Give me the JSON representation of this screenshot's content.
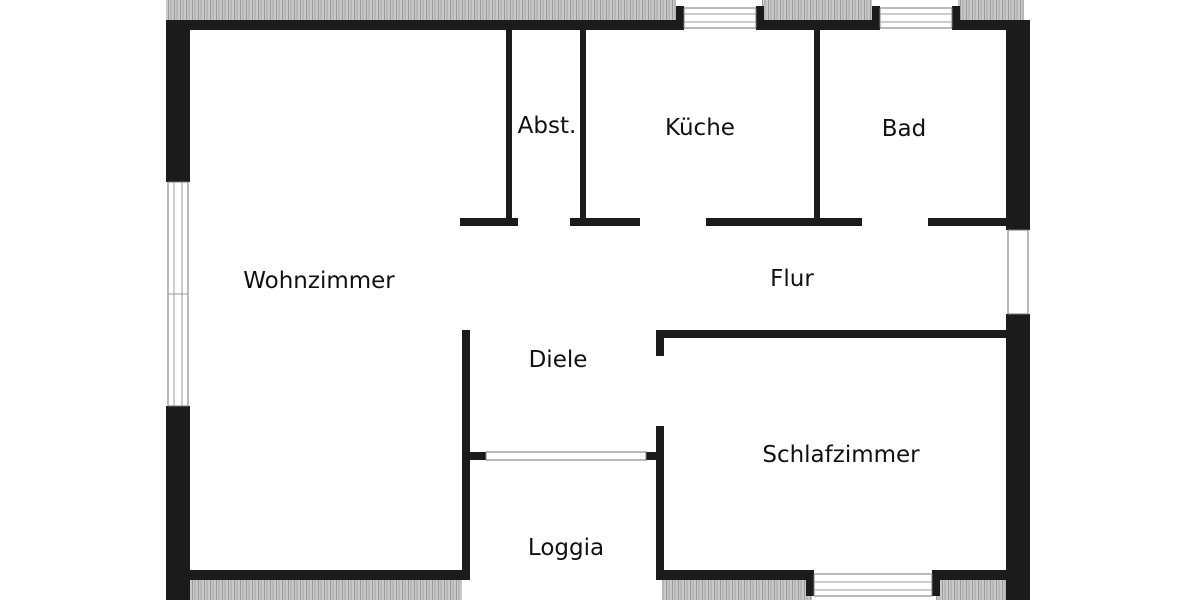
{
  "rooms": {
    "wohnzimmer": "Wohnzimmer",
    "abstellraum": "Abst.",
    "kueche": "Küche",
    "bad": "Bad",
    "flur": "Flur",
    "diele": "Diele",
    "schlafzimmer": "Schlafzimmer",
    "loggia": "Loggia"
  },
  "colors": {
    "wall": "#1b1b1b",
    "background": "#ffffff",
    "hatch": "#8c8c8c"
  }
}
